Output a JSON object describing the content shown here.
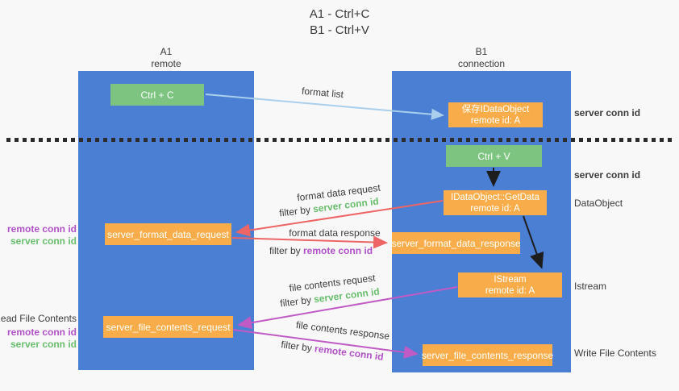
{
  "title": {
    "line1": "A1 - Ctrl+C",
    "line2": "B1 - Ctrl+V"
  },
  "lifelines": {
    "left": {
      "name": "A1",
      "role": "remote"
    },
    "right": {
      "name": "B1",
      "role": "connection"
    }
  },
  "boxes": {
    "ctrl_c": "Ctrl + C",
    "ctrl_v": "Ctrl + V",
    "save_dataobject": {
      "title": "保存IDataObject",
      "subtitle": "remote id: A"
    },
    "getdata": {
      "title": "IDataObject::GetData",
      "subtitle": "remote id: A"
    },
    "istream": {
      "title": "IStream",
      "subtitle": "remote id: A"
    },
    "format_request": "server_format_data_request",
    "format_response": "server_format_data_response",
    "file_request": "server_file_contents_request",
    "file_response": "server_file_contents_response"
  },
  "labels": {
    "format_list": "format list",
    "format_data_request": "format data request",
    "format_data_response": "format data response",
    "file_contents_request": "file contents request",
    "file_contents_response": "file contents response",
    "filter_by": "filter by",
    "server_conn_id": "server conn id",
    "remote_conn_id": "remote conn id",
    "read_file_contents": "Read File Contents",
    "write_file_contents": "Write File Contents",
    "data_object": "DataObject",
    "istream_note": "Istream"
  },
  "colors": {
    "lifeline_blue": "#4a7fd3",
    "box_orange": "#f9ad4a",
    "box_green": "#7cc47f",
    "arrow_light_blue": "#aacfec",
    "arrow_red": "#ed6565",
    "arrow_magenta": "#c05ac5",
    "arrow_black": "#1d1d1d",
    "text_green": "#68be6c",
    "text_purple": "#b151c8",
    "text_dark": "#3c3c3c",
    "background": "#f8f8f9"
  }
}
